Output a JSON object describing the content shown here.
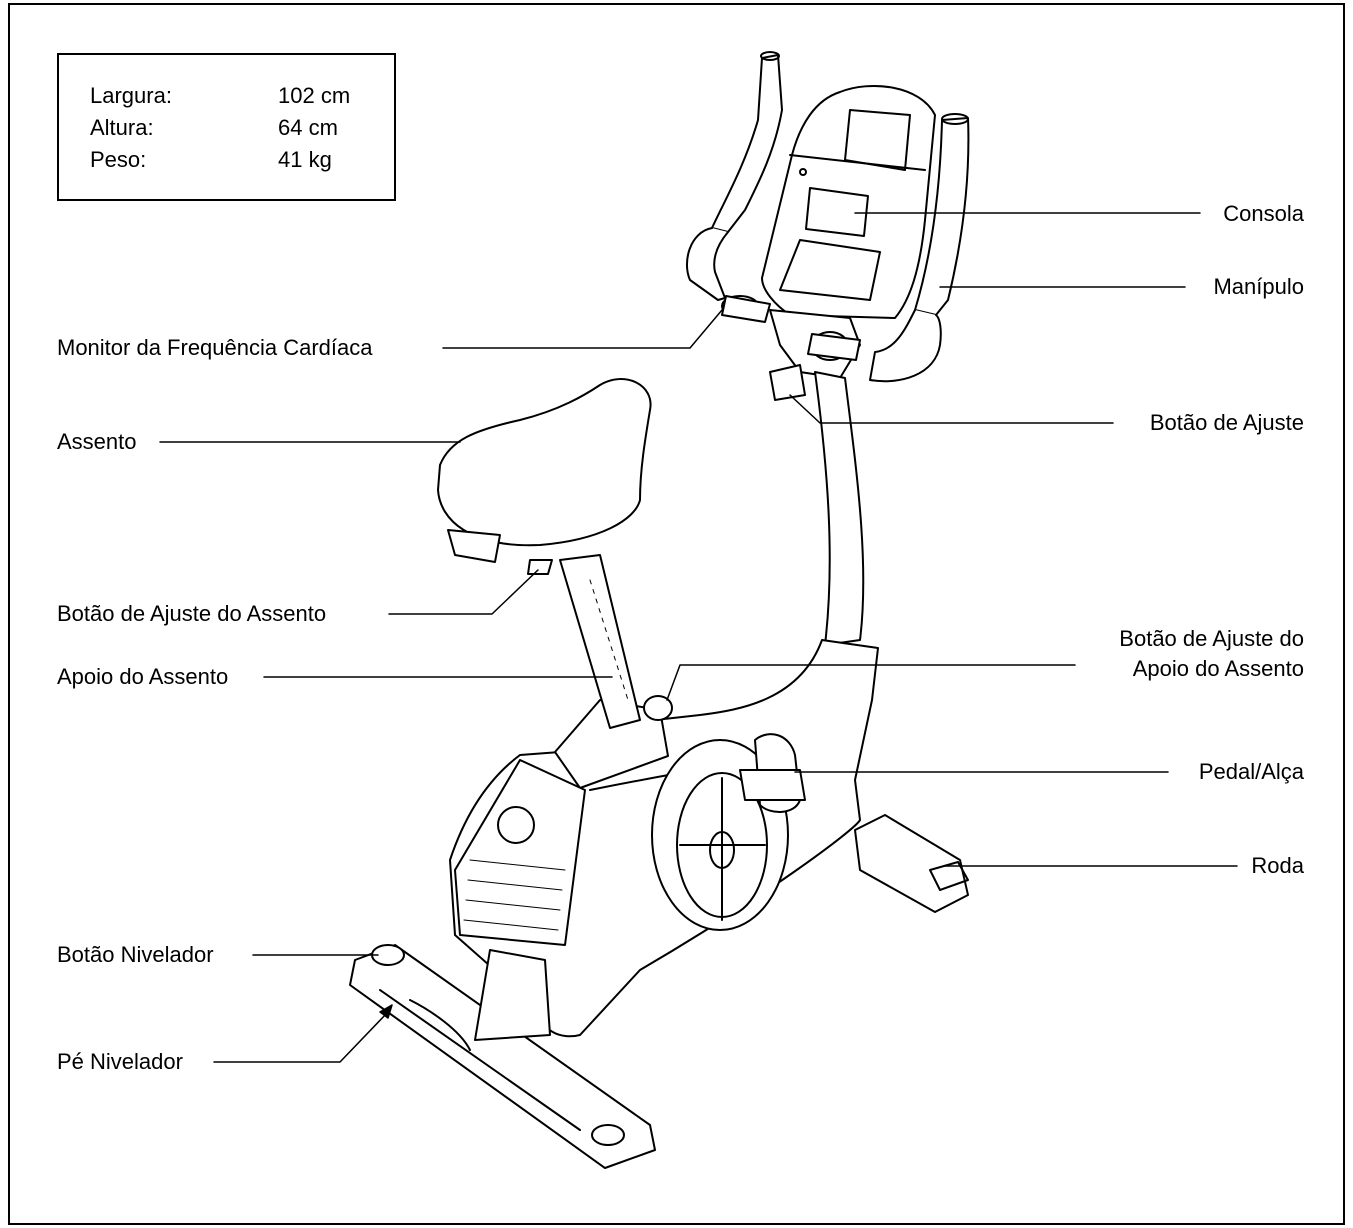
{
  "specs": {
    "rows": [
      {
        "name": "Largura:",
        "value": "102 cm"
      },
      {
        "name": "Altura:",
        "value": "64 cm"
      },
      {
        "name": "Peso:",
        "value": "41 kg"
      }
    ]
  },
  "callouts": {
    "consola": "Consola",
    "manipulo": "Manípulo",
    "monitor": "Monitor da Frequência Cardíaca",
    "botao_ajuste": "Botão de Ajuste",
    "assento": "Assento",
    "botao_ajuste_assento": "Botão de Ajuste do Assento",
    "apoio_assento": "Apoio do Assento",
    "botao_ajuste_apoio_line1": "Botão de Ajuste do",
    "botao_ajuste_apoio_line2": "Apoio do Assento",
    "pedal": "Pedal/Alça",
    "roda": "Roda",
    "botao_nivelador": "Botão Nivelador",
    "pe_nivelador": "Pé Nivelador"
  }
}
